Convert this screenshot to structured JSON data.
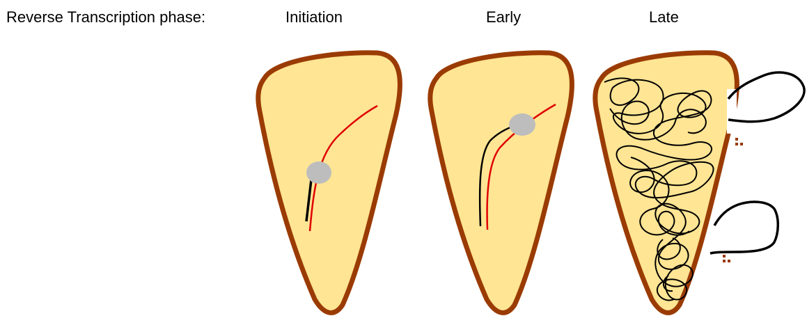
{
  "header": {
    "phase_title": "Reverse Transcription phase:"
  },
  "stages": [
    {
      "label": "Initiation"
    },
    {
      "label": "Early"
    },
    {
      "label": "Late"
    }
  ],
  "colors": {
    "capsid_fill": "#FFE594",
    "capsid_outline": "#9A3B03",
    "rna_strand": "#E00000",
    "dna_strand": "#000000",
    "reverse_transcriptase": "#BDBDBD",
    "capsid_fragments": "#9A3B03",
    "background": "#FFFFFF"
  },
  "icons": {
    "capsid": "cone-shaped-capsid",
    "enzyme": "gray-ellipse",
    "fragments": "small-squares"
  }
}
